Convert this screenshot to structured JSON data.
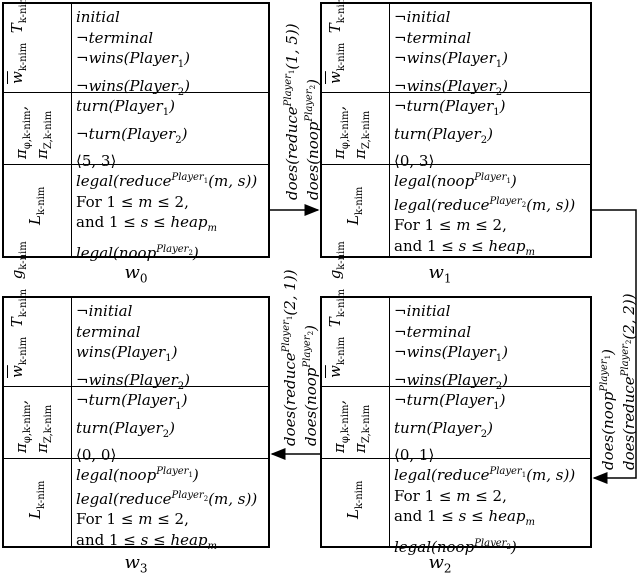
{
  "row_labels": {
    "fluents": "w̄k-nim  Tk-nim  gk-nim",
    "state_vars": "πφ,k-nim,  πZ,k-nim",
    "legal": "Lk-nim"
  },
  "states": {
    "w0": {
      "label": "w0",
      "fluents": [
        "initial",
        "¬terminal",
        "¬wins(Player1)",
        "¬wins(Player2)"
      ],
      "turns": [
        "turn(Player1)",
        "¬turn(Player2)",
        "⟨5, 3⟩"
      ],
      "legal": [
        "legal(reduce^Player1(m, s))",
        "For 1 ≤ m  ≤ 2,",
        "and 1  ≤ s  ≤ heapm",
        "legal(noop^Player2)"
      ]
    },
    "w1": {
      "label": "w1",
      "fluents": [
        "¬initial",
        "¬terminal",
        "¬wins(Player1)",
        "¬wins(Player2)"
      ],
      "turns": [
        "¬turn(Player1)",
        "turn(Player2)",
        "⟨0, 3⟩"
      ],
      "legal": [
        "legal(noop^Player1)",
        "legal(reduce^Player2(m, s))",
        "For 1 ≤ m  ≤ 2,",
        "and 1  ≤ s  ≤ heapm"
      ]
    },
    "w2": {
      "label": "w2",
      "fluents": [
        "¬initial",
        "¬terminal",
        "¬wins(Player1)",
        "¬wins(Player2)"
      ],
      "turns": [
        "¬turn(Player1)",
        "turn(Player2)",
        "⟨0, 1⟩"
      ],
      "legal": [
        "legal(reduce^Player1(m, s))",
        "For 1 ≤ m  ≤ 2,",
        "and 1  ≤ s  ≤ heapm",
        "legal(noop^Player2)"
      ]
    },
    "w3": {
      "label": "w3",
      "fluents": [
        "¬initial",
        "terminal",
        "wins(Player1)",
        "¬wins(Player2)"
      ],
      "turns": [
        "¬turn(Player1)",
        "turn(Player2)",
        "⟨0, 0⟩"
      ],
      "legal": [
        "legal(noop^Player1)",
        "legal(reduce^Player2(m, s))",
        "For 1 ≤ m  ≤ 2,",
        "and 1  ≤ s  ≤ heapm"
      ]
    }
  },
  "transitions": {
    "w0_w1": [
      "does(reduce^Player1(1, 5))",
      "does(noop^Player2)"
    ],
    "w1_w2": [
      "does(noop^Player1)",
      "does(reduce^Player2(2, 2))"
    ],
    "w2_w3": [
      "does(reduce^Player1(2, 1))",
      "does(noop^Player2)"
    ]
  }
}
